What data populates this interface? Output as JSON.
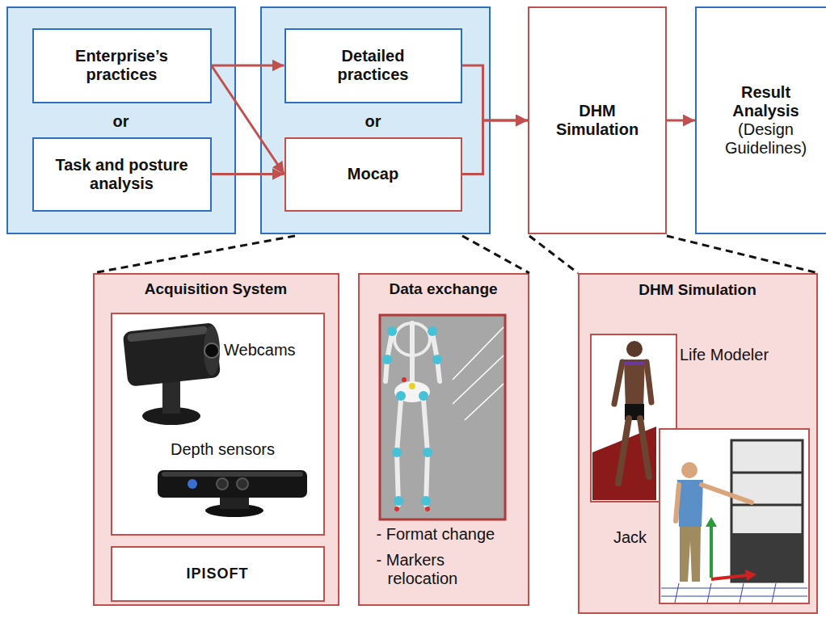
{
  "diagram": {
    "nodes": [
      {
        "text": [
          "or"
        ]
      },
      {
        "text": [
          "Enterprise’s practices"
        ],
        "in": 0
      },
      {
        "text": [
          "Task and posture analysis"
        ],
        "in": 0
      },
      {
        "text": [
          "or"
        ]
      },
      {
        "text": [
          "Detailed practices"
        ],
        "in": 3
      },
      {
        "text": [
          "Mocap"
        ],
        "in": 3
      },
      {
        "text": [
          "DHM Simulation"
        ]
      },
      {
        "text": [
          "Result Analysis",
          "(Design Guidelines)"
        ]
      },
      {
        "text": [
          "Acquisition System"
        ]
      },
      {
        "text": [
          "Webcams",
          "Depth sensors"
        ],
        "in": 8
      },
      {
        "text": [
          "IPISOFT"
        ],
        "in": 8
      },
      {
        "text": [
          "Data exchange",
          "- Format change",
          "- Markers relocation"
        ]
      },
      {
        "text": [
          "DHM Simulation"
        ]
      },
      {
        "text": [
          "Life Modeler"
        ],
        "in": 12
      },
      {
        "text": [
          "Jack"
        ],
        "in": 12
      }
    ],
    "edges": [
      {
        "from": 1,
        "to": 4,
        "arrow": "to"
      },
      {
        "from": 1,
        "to": 5,
        "arrow": "to"
      },
      {
        "from": 2,
        "to": 5,
        "arrow": "to"
      },
      {
        "from": 4,
        "to": 6,
        "arrow": "to"
      },
      {
        "from": 5,
        "to": 6,
        "arrow": "to"
      },
      {
        "from": 6,
        "to": 7,
        "arrow": "to"
      }
    ]
  }
}
